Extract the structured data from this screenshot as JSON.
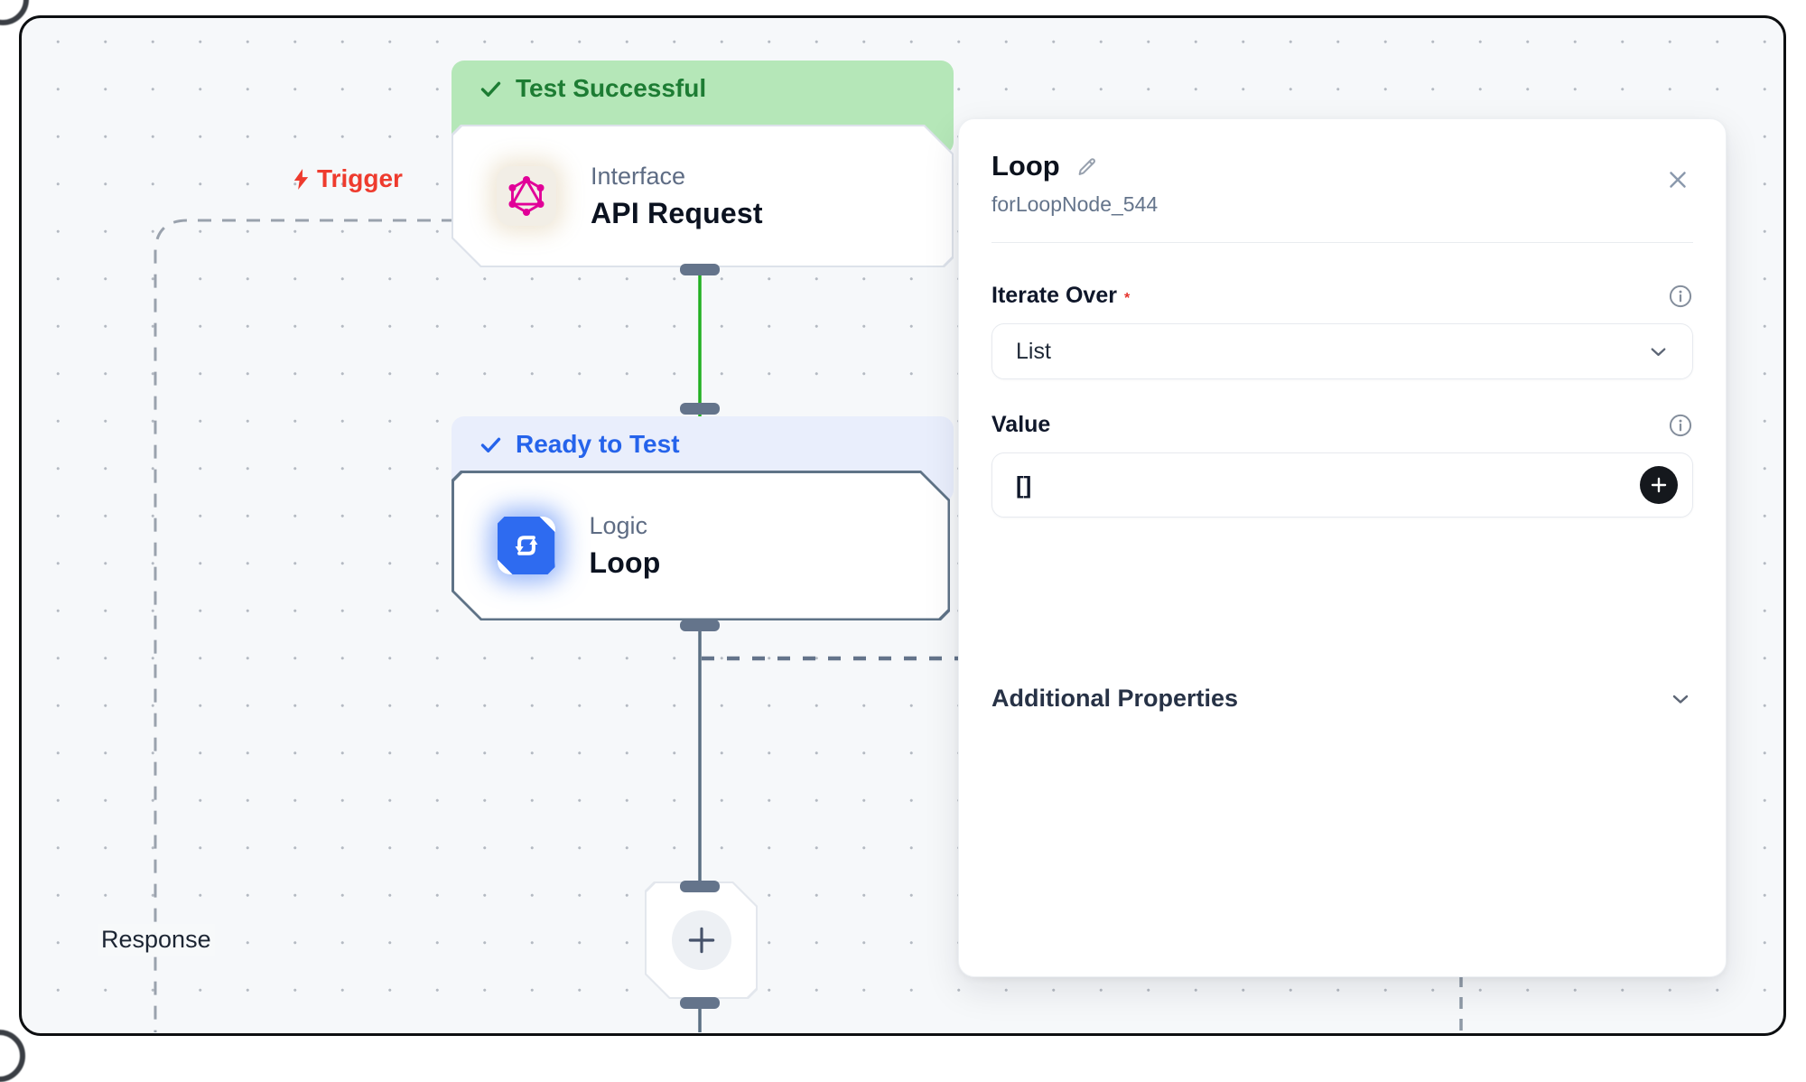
{
  "canvas": {
    "trigger": {
      "label": "Trigger"
    },
    "response_label": "Response",
    "api_node": {
      "status": "Test Successful",
      "category": "Interface",
      "title": "API Request"
    },
    "loop_node": {
      "status": "Ready to Test",
      "category": "Logic",
      "title": "Loop"
    }
  },
  "panel": {
    "title": "Loop",
    "node_id": "forLoopNode_544",
    "iterate_over": {
      "label": "Iterate Over",
      "required_mark": "*",
      "value": "List"
    },
    "value_field": {
      "label": "Value",
      "value": "[]"
    },
    "additional_properties": {
      "label": "Additional Properties"
    }
  },
  "colors": {
    "canvas_bg": "#f6f8fa",
    "success_bg": "#b5e7b8",
    "success_text": "#1d7c33",
    "ready_bg": "#e9eefc",
    "ready_text": "#2563eb",
    "edge_green": "#22b022",
    "edge_slate": "#64748b",
    "loop_icon_blue": "#2e6bf0",
    "graphql_pink": "#e10098",
    "trigger_red": "#ee3b2e",
    "selected_border": "#5f7387"
  }
}
